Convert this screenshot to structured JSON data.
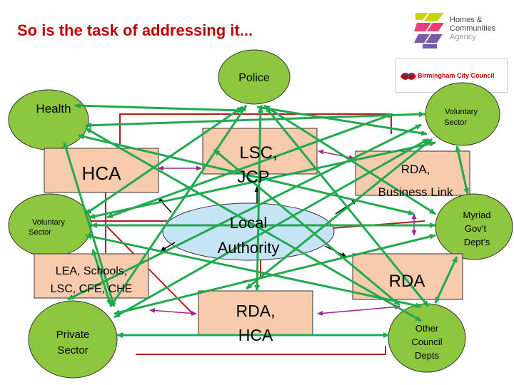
{
  "slide": {
    "title": "So is the task of addressing it..."
  },
  "logos": {
    "hca": {
      "line1": "Homes &",
      "line2": "Communities",
      "line3": "Agency"
    },
    "bcc": {
      "name": "Birmingham City Council"
    }
  },
  "nodes": {
    "police": "Police",
    "health": "Health",
    "voluntary_top_1": "Voluntary",
    "voluntary_top_2": "Sector",
    "hca_box": "HCA",
    "lsc_jcp_1": "LSC,",
    "lsc_jcp_2": "JCP",
    "rda_bl_1": "RDA,",
    "rda_bl_2": "Business Link",
    "voluntary_left_1": "Voluntary",
    "voluntary_left_2": "Sector",
    "local_authority_1": "Local",
    "local_authority_2": "Authority",
    "myriad_1": "Myriad",
    "myriad_2": "Gov’t",
    "myriad_3": "Dept’s",
    "lea_1": "LEA, Schools,",
    "lea_2": "LSC, CFE, CHE",
    "rda_right": "RDA",
    "private_1": "Private",
    "private_2": "Sector",
    "rda_hca_1": "RDA,",
    "rda_hca_2": "HCA",
    "other_1": "Other",
    "other_2": "Council",
    "other_3": "Depts"
  },
  "colors": {
    "title": "#c00000",
    "node_oval": "#8dc63f",
    "node_box": "#f8cbad",
    "local_authority": "#c5e4f6",
    "connector_green": "#22a94f",
    "connector_red": "#b41e1e",
    "connector_purple": "#a0288c"
  }
}
